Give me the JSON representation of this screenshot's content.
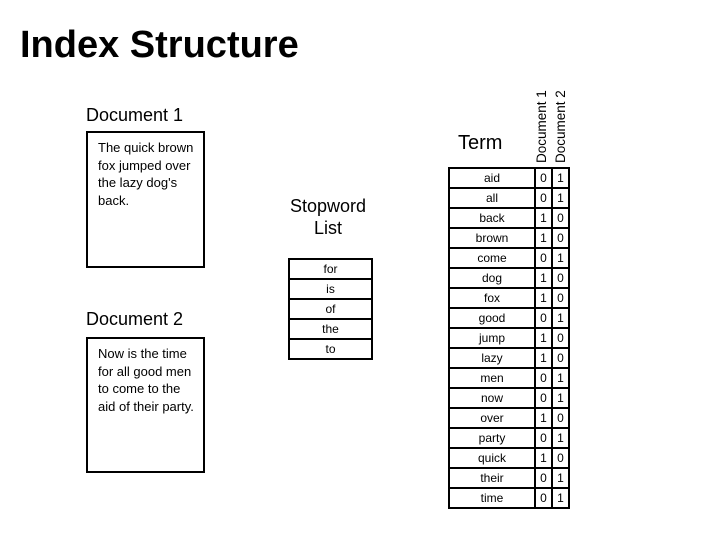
{
  "slide": {
    "title": "Index Structure"
  },
  "documents": [
    {
      "label": "Document 1",
      "lines": [
        "The quick brown",
        "fox jumped over",
        "the lazy dog's",
        "back."
      ]
    },
    {
      "label": "Document 2",
      "lines": [
        "Now is the time",
        "for all good men",
        "to come to the",
        "aid of their party."
      ]
    }
  ],
  "stopword_list": {
    "label_lines": [
      "Stopword",
      "List"
    ],
    "words": [
      "for",
      "is",
      "of",
      "the",
      "to"
    ]
  },
  "term_table": {
    "header": "Term",
    "column_headers": [
      "Document 1",
      "Document 2"
    ],
    "rows": [
      {
        "term": "aid",
        "d1": 0,
        "d2": 1
      },
      {
        "term": "all",
        "d1": 0,
        "d2": 1
      },
      {
        "term": "back",
        "d1": 1,
        "d2": 0
      },
      {
        "term": "brown",
        "d1": 1,
        "d2": 0
      },
      {
        "term": "come",
        "d1": 0,
        "d2": 1
      },
      {
        "term": "dog",
        "d1": 1,
        "d2": 0
      },
      {
        "term": "fox",
        "d1": 1,
        "d2": 0
      },
      {
        "term": "good",
        "d1": 0,
        "d2": 1
      },
      {
        "term": "jump",
        "d1": 1,
        "d2": 0
      },
      {
        "term": "lazy",
        "d1": 1,
        "d2": 0
      },
      {
        "term": "men",
        "d1": 0,
        "d2": 1
      },
      {
        "term": "now",
        "d1": 0,
        "d2": 1
      },
      {
        "term": "over",
        "d1": 1,
        "d2": 0
      },
      {
        "term": "party",
        "d1": 0,
        "d2": 1
      },
      {
        "term": "quick",
        "d1": 1,
        "d2": 0
      },
      {
        "term": "their",
        "d1": 0,
        "d2": 1
      },
      {
        "term": "time",
        "d1": 0,
        "d2": 1
      }
    ]
  },
  "colors": {
    "foreground": "#000000",
    "background": "#ffffff"
  }
}
